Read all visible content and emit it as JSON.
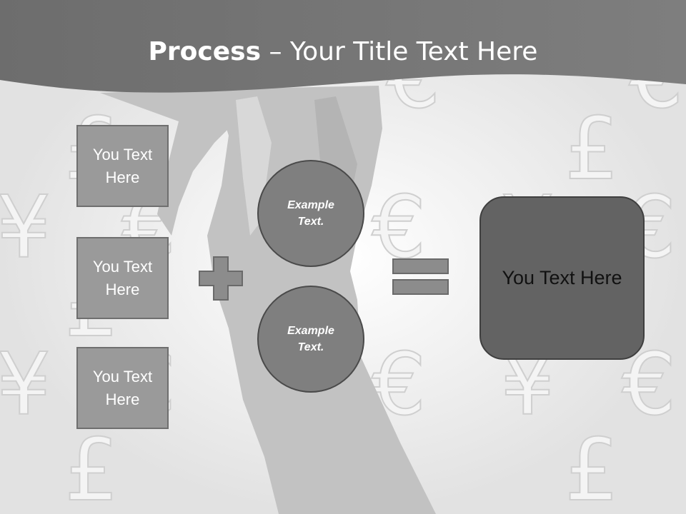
{
  "title": {
    "bold": "Process",
    "rest": " – Your Title Text Here"
  },
  "boxes": [
    {
      "line1": "You Text",
      "line2": "Here"
    },
    {
      "line1": "You Text",
      "line2": "Here"
    },
    {
      "line1": "You Text",
      "line2": "Here"
    }
  ],
  "circles": [
    {
      "line1": "Example",
      "line2": "Text."
    },
    {
      "line1": "Example",
      "line2": "Text."
    }
  ],
  "result": {
    "text": "You Text Here"
  },
  "background": {
    "currency_symbols": [
      "€",
      "£",
      "¥"
    ],
    "colors": {
      "header": "#727272",
      "page": "#f0f0f0",
      "silhouette": "#c2c2c2"
    }
  },
  "operators": {
    "plus": "plus-icon",
    "equals": "equals-icon"
  }
}
